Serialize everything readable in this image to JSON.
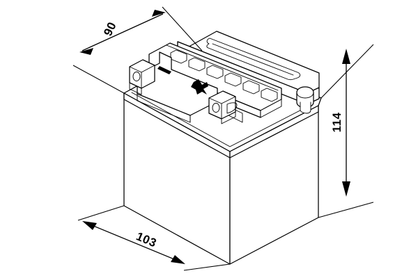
{
  "drawing": {
    "title": "Battery isometric dimensioned drawing",
    "background_color": "#ffffff",
    "line_color": "#000000",
    "subject": "motorcycle-battery",
    "projection": "isometric"
  },
  "dimensions": {
    "depth": {
      "label": "90",
      "name": "depth-dimension",
      "unit_implied": "mm",
      "position": "top-left-diagonal"
    },
    "width": {
      "label": "103",
      "name": "width-dimension",
      "unit_implied": "mm",
      "position": "bottom-left-diagonal"
    },
    "height": {
      "label": "114",
      "name": "height-dimension",
      "unit_implied": "mm",
      "position": "right-vertical"
    }
  },
  "features": {
    "vent_strip": {
      "name": "vent-cap-strip",
      "cell_count": 6
    },
    "terminals": {
      "positive": {
        "name": "positive-terminal",
        "marking": "+"
      },
      "negative": {
        "name": "negative-terminal",
        "marking": "-"
      }
    },
    "brackets": {
      "left": {
        "name": "left-mounting-bracket"
      },
      "front": {
        "name": "front-mounting-bracket"
      }
    },
    "handle_slot": {
      "name": "handle-slot"
    }
  }
}
